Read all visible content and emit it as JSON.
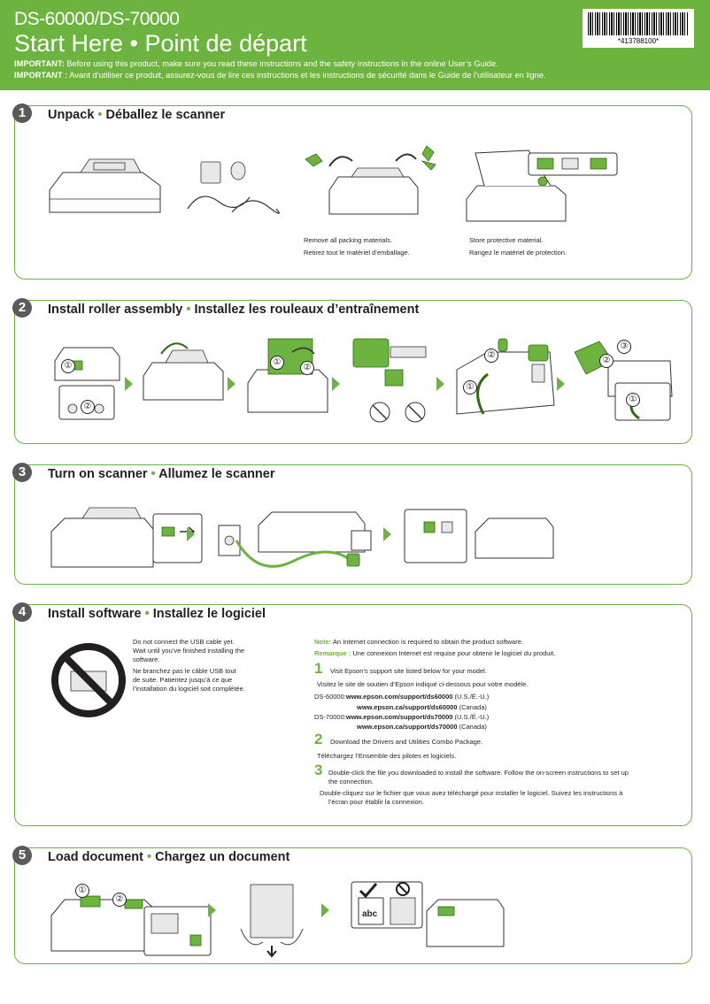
{
  "header": {
    "model": "DS-60000/DS-70000",
    "title": "Start Here • Point de départ",
    "important_en_label": "IMPORTANT:",
    "important_en_text": " Before using this product, make sure you read these instructions and the safety instructions in the online User’s Guide.",
    "important_fr_label": "IMPORTANT :",
    "important_fr_text": " Avant d’utiliser ce produit, assurez-vous de lire ces instructions et les instructions de sécurité dans le Guide de l’utilisateur en ligne.",
    "barcode_text": "*413788100*"
  },
  "sections": {
    "s1": {
      "number": "1",
      "title_en": "Unpack",
      "sep": " • ",
      "title_fr": "Déballez le scanner",
      "cap1_en": "Remove all packing materials.",
      "cap1_fr": "Retirez tout le matériel d’emballage.",
      "cap2_en": "Store protective material.",
      "cap2_fr": "Rangez le matériel de protection."
    },
    "s2": {
      "number": "2",
      "title_en": "Install roller assembly",
      "sep": " • ",
      "title_fr": "Installez les rouleaux d’entraînement"
    },
    "s3": {
      "number": "3",
      "title_en": "Turn on scanner",
      "sep": " • ",
      "title_fr": "Allumez le scanner"
    },
    "s4": {
      "number": "4",
      "title_en": "Install software",
      "sep": " • ",
      "title_fr": "Installez le logiciel",
      "usb_en_1": "Do not connect the USB cable yet.",
      "usb_en_2": "Wait until you’ve finished installing the",
      "usb_en_3": "software.",
      "usb_fr_1": "Ne branchez pas le câble USB tout",
      "usb_fr_2": "de suite. Patientez jusqu’à ce que",
      "usb_fr_3": "l’installation du logiciel soit complétée.",
      "note_label": "Note:",
      "note_text": " An Internet connection is required to obtain the product software.",
      "remarque_label": "Remarque :",
      "remarque_text": " Une connexion Internet est requise pour obtenir le logiciel du produit.",
      "step1_num": "1",
      "step1_en": "Visit Epson’s support site listed below for your model.",
      "step1_fr": "Visitez le site de soutien d’Epson indiqué ci-dessous pour votre modèle.",
      "ds60_label": "DS-60000:",
      "ds60_url_us": "www.epson.com/support/ds60000",
      "ds60_us_tag": " (U.S./É.-U.)",
      "ds60_url_ca": "www.epson.ca/support/ds60000",
      "ds60_ca_tag": " (Canada)",
      "ds70_label": "DS-70000:",
      "ds70_url_us": "www.epson.com/support/ds70000",
      "ds70_us_tag": " (U.S./É.-U.)",
      "ds70_url_ca": "www.epson.ca/support/ds70000",
      "ds70_ca_tag": " (Canada)",
      "step2_num": "2",
      "step2_en": "Download the Drivers and Utilities Combo Package.",
      "step2_fr": "Téléchargez l’Ensemble des pilotes et logiciels.",
      "step3_num": "3",
      "step3_en_1": "Double-click the file you downloaded to install the software. Follow the on-screen instructions to set up",
      "step3_en_2": "the connection.",
      "step3_fr_1": "Double-cliquez sur le fichier que vous avez téléchargé pour installer le logiciel. Suivez les instructions à",
      "step3_fr_2": "l’écran pour établir la connexion."
    },
    "s5": {
      "number": "5",
      "title_en": "Load document",
      "sep": " • ",
      "title_fr": "Chargez un document",
      "abc_label": "abc"
    }
  },
  "callouts": [
    "①",
    "②",
    "③"
  ],
  "colors": {
    "brand_green": "#6db33f",
    "badge_gray": "#5a5a5a"
  }
}
